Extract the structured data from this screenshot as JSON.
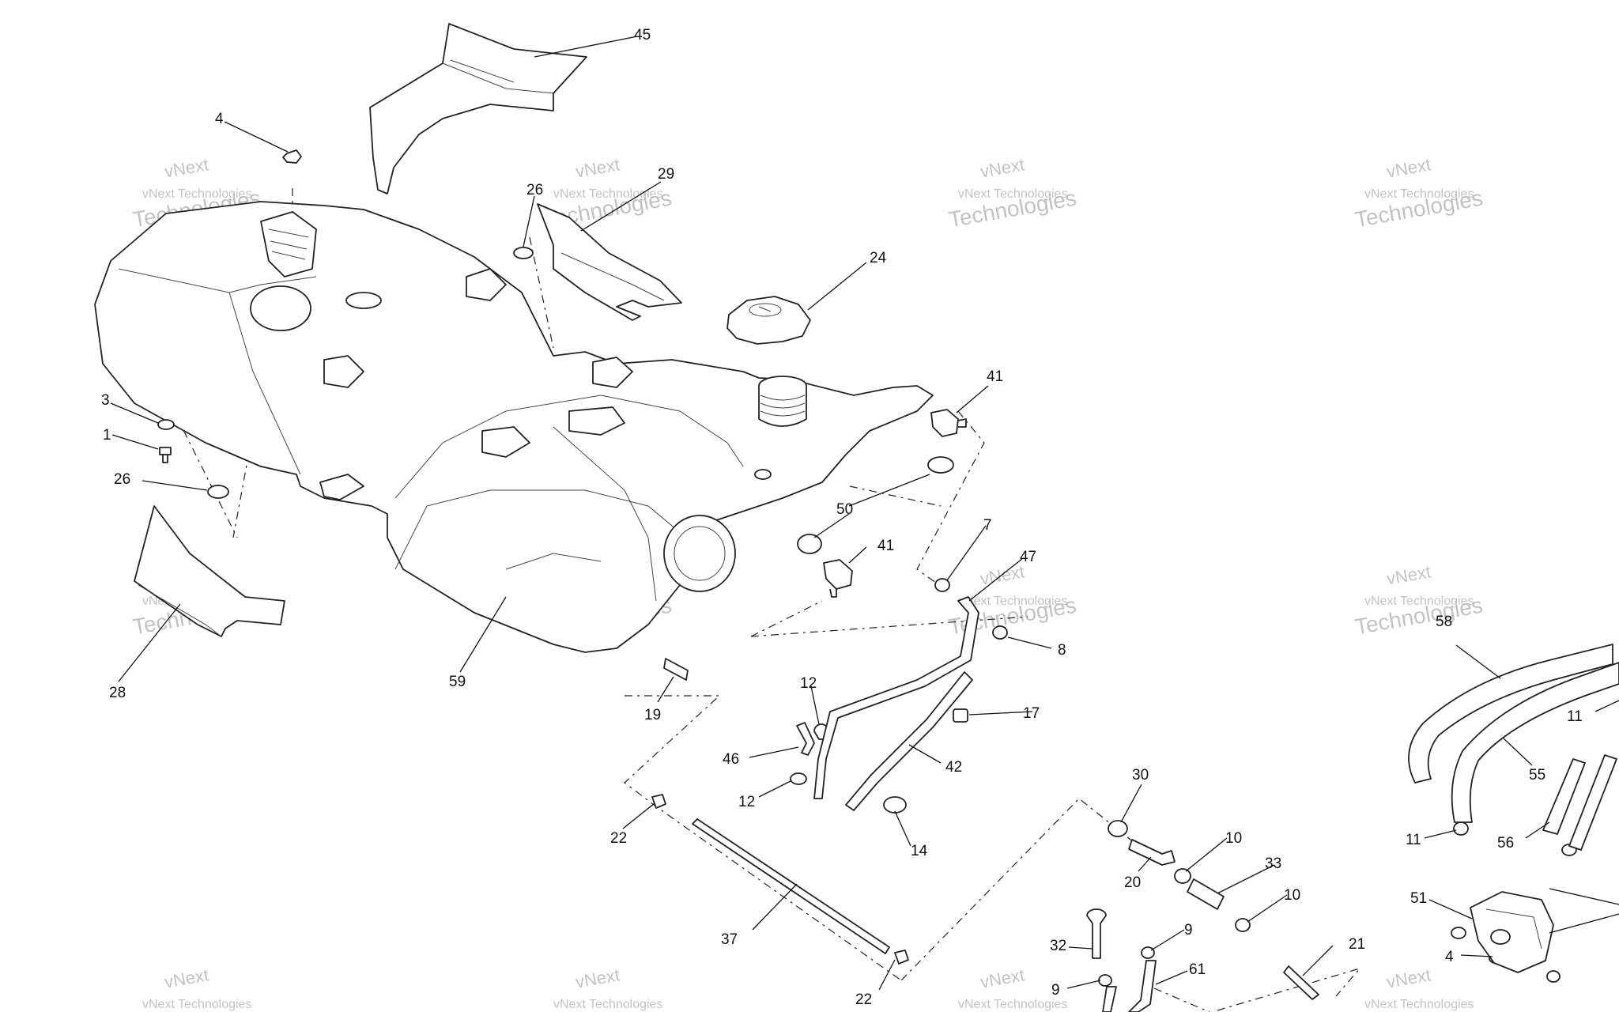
{
  "watermark": {
    "line1": "vNext",
    "line2": "vNext Technologies",
    "line3": "Technologies"
  },
  "labels": [
    {
      "id": "l45",
      "text": "45"
    },
    {
      "id": "l4a",
      "text": "4"
    },
    {
      "id": "l29",
      "text": "29"
    },
    {
      "id": "l26a",
      "text": "26"
    },
    {
      "id": "l24",
      "text": "24"
    },
    {
      "id": "l41a",
      "text": "41"
    },
    {
      "id": "l3",
      "text": "3"
    },
    {
      "id": "l1",
      "text": "1"
    },
    {
      "id": "l26b",
      "text": "26"
    },
    {
      "id": "l50",
      "text": "50"
    },
    {
      "id": "l41b",
      "text": "41"
    },
    {
      "id": "l7",
      "text": "7"
    },
    {
      "id": "l47",
      "text": "47"
    },
    {
      "id": "l8",
      "text": "8"
    },
    {
      "id": "l28",
      "text": "28"
    },
    {
      "id": "l59",
      "text": "59"
    },
    {
      "id": "l19",
      "text": "19"
    },
    {
      "id": "l12a",
      "text": "12"
    },
    {
      "id": "l17",
      "text": "17"
    },
    {
      "id": "l46",
      "text": "46"
    },
    {
      "id": "l42",
      "text": "42"
    },
    {
      "id": "l12b",
      "text": "12"
    },
    {
      "id": "l22a",
      "text": "22"
    },
    {
      "id": "l14",
      "text": "14"
    },
    {
      "id": "l30",
      "text": "30"
    },
    {
      "id": "l10a",
      "text": "10"
    },
    {
      "id": "l20",
      "text": "20"
    },
    {
      "id": "l33",
      "text": "33"
    },
    {
      "id": "l10b",
      "text": "10"
    },
    {
      "id": "l37",
      "text": "37"
    },
    {
      "id": "l32",
      "text": "32"
    },
    {
      "id": "l9a",
      "text": "9"
    },
    {
      "id": "l21",
      "text": "21"
    },
    {
      "id": "l9b",
      "text": "9"
    },
    {
      "id": "l61",
      "text": "61"
    },
    {
      "id": "l22b",
      "text": "22"
    },
    {
      "id": "l58",
      "text": "58"
    },
    {
      "id": "l11a",
      "text": "11"
    },
    {
      "id": "l55",
      "text": "55"
    },
    {
      "id": "l11b",
      "text": "11"
    },
    {
      "id": "l56",
      "text": "56"
    },
    {
      "id": "l51",
      "text": "51"
    },
    {
      "id": "l4b",
      "text": "4"
    }
  ]
}
